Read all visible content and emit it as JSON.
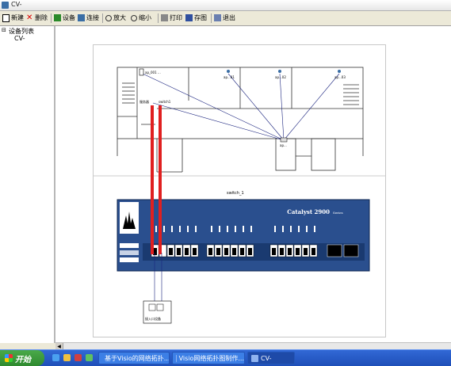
{
  "window": {
    "title": "CV-"
  },
  "toolbar": {
    "new": "新建",
    "delete": "删除",
    "device": "设备",
    "link": "连接",
    "zoom_in": "放大",
    "zoom_out": "缩小",
    "print": "打印",
    "save": "存图",
    "exit": "退出"
  },
  "tree": {
    "root": "设备列表",
    "child": "CV-"
  },
  "diagram": {
    "switch_name": "switch_1",
    "switch_brand": "Catalyst 2900",
    "switch_series": "Series",
    "ap_labels": [
      "ap_001 ...",
      "ap...01",
      "ap...02",
      "ap...03"
    ],
    "center_label": "ap...",
    "server_label": "服务器",
    "small_label": "switch1",
    "bottom_device_label": "接入口设备"
  },
  "taskbar": {
    "start": "开始",
    "tasks": [
      {
        "label": "基于Visio的网络拓扑..."
      },
      {
        "label": "Visio网络拓扑图制作..."
      },
      {
        "label": "CV-"
      }
    ]
  },
  "colors": {
    "link_red": "#e02020",
    "link_blue": "#1a237e",
    "switch_blue": "#2a4f8e"
  }
}
